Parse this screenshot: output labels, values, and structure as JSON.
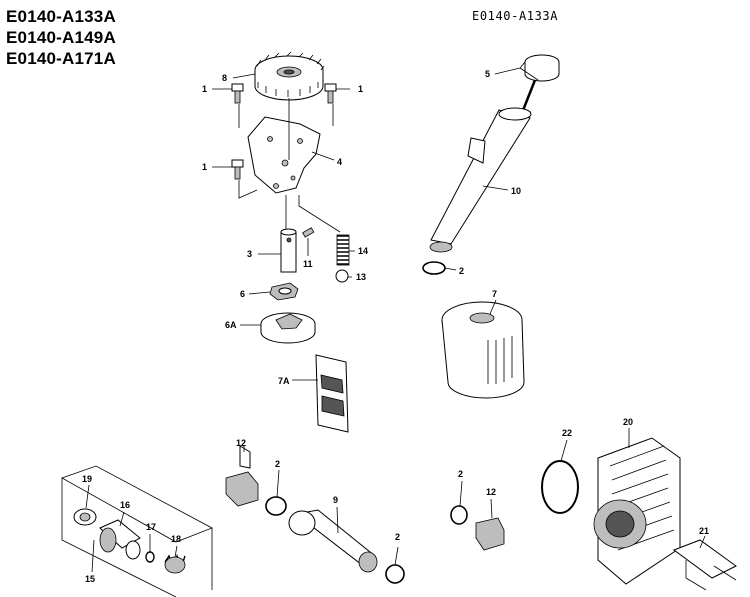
{
  "models": [
    "E0140-A133A",
    "E0140-A149A",
    "E0140-A171A"
  ],
  "section_title": "E0140-A133A",
  "callouts": {
    "p1a": "1",
    "p1b": "1",
    "p1c": "1",
    "p8": "8",
    "p4": "4",
    "p3": "3",
    "p11": "11",
    "p14": "14",
    "p13": "13",
    "p6": "6",
    "p6a": "6A",
    "p7a": "7A",
    "p5": "5",
    "p10": "10",
    "p2a": "2",
    "p7": "7",
    "p12a": "12",
    "p2b": "2",
    "p9": "9",
    "p2c": "2",
    "p2d": "2",
    "p12b": "12",
    "p19": "19",
    "p16": "16",
    "p17": "17",
    "p18": "18",
    "p15": "15",
    "p22": "22",
    "p20": "20",
    "p21": "21"
  }
}
